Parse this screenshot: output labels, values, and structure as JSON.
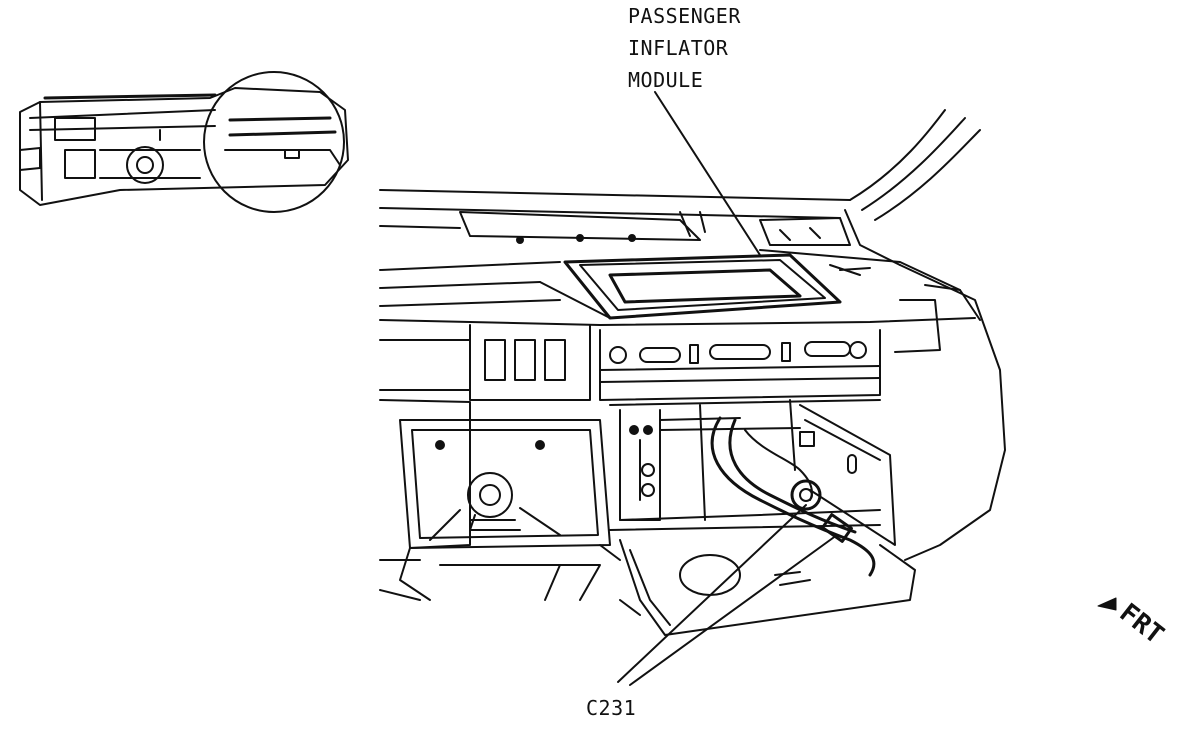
{
  "labels": {
    "module_line1": "PASSENGER",
    "module_line2": "INFLATOR",
    "module_line3": "MODULE",
    "connector": "C231",
    "front": "FRT"
  },
  "colors": {
    "ink": "#111111",
    "paper": "#ffffff"
  }
}
